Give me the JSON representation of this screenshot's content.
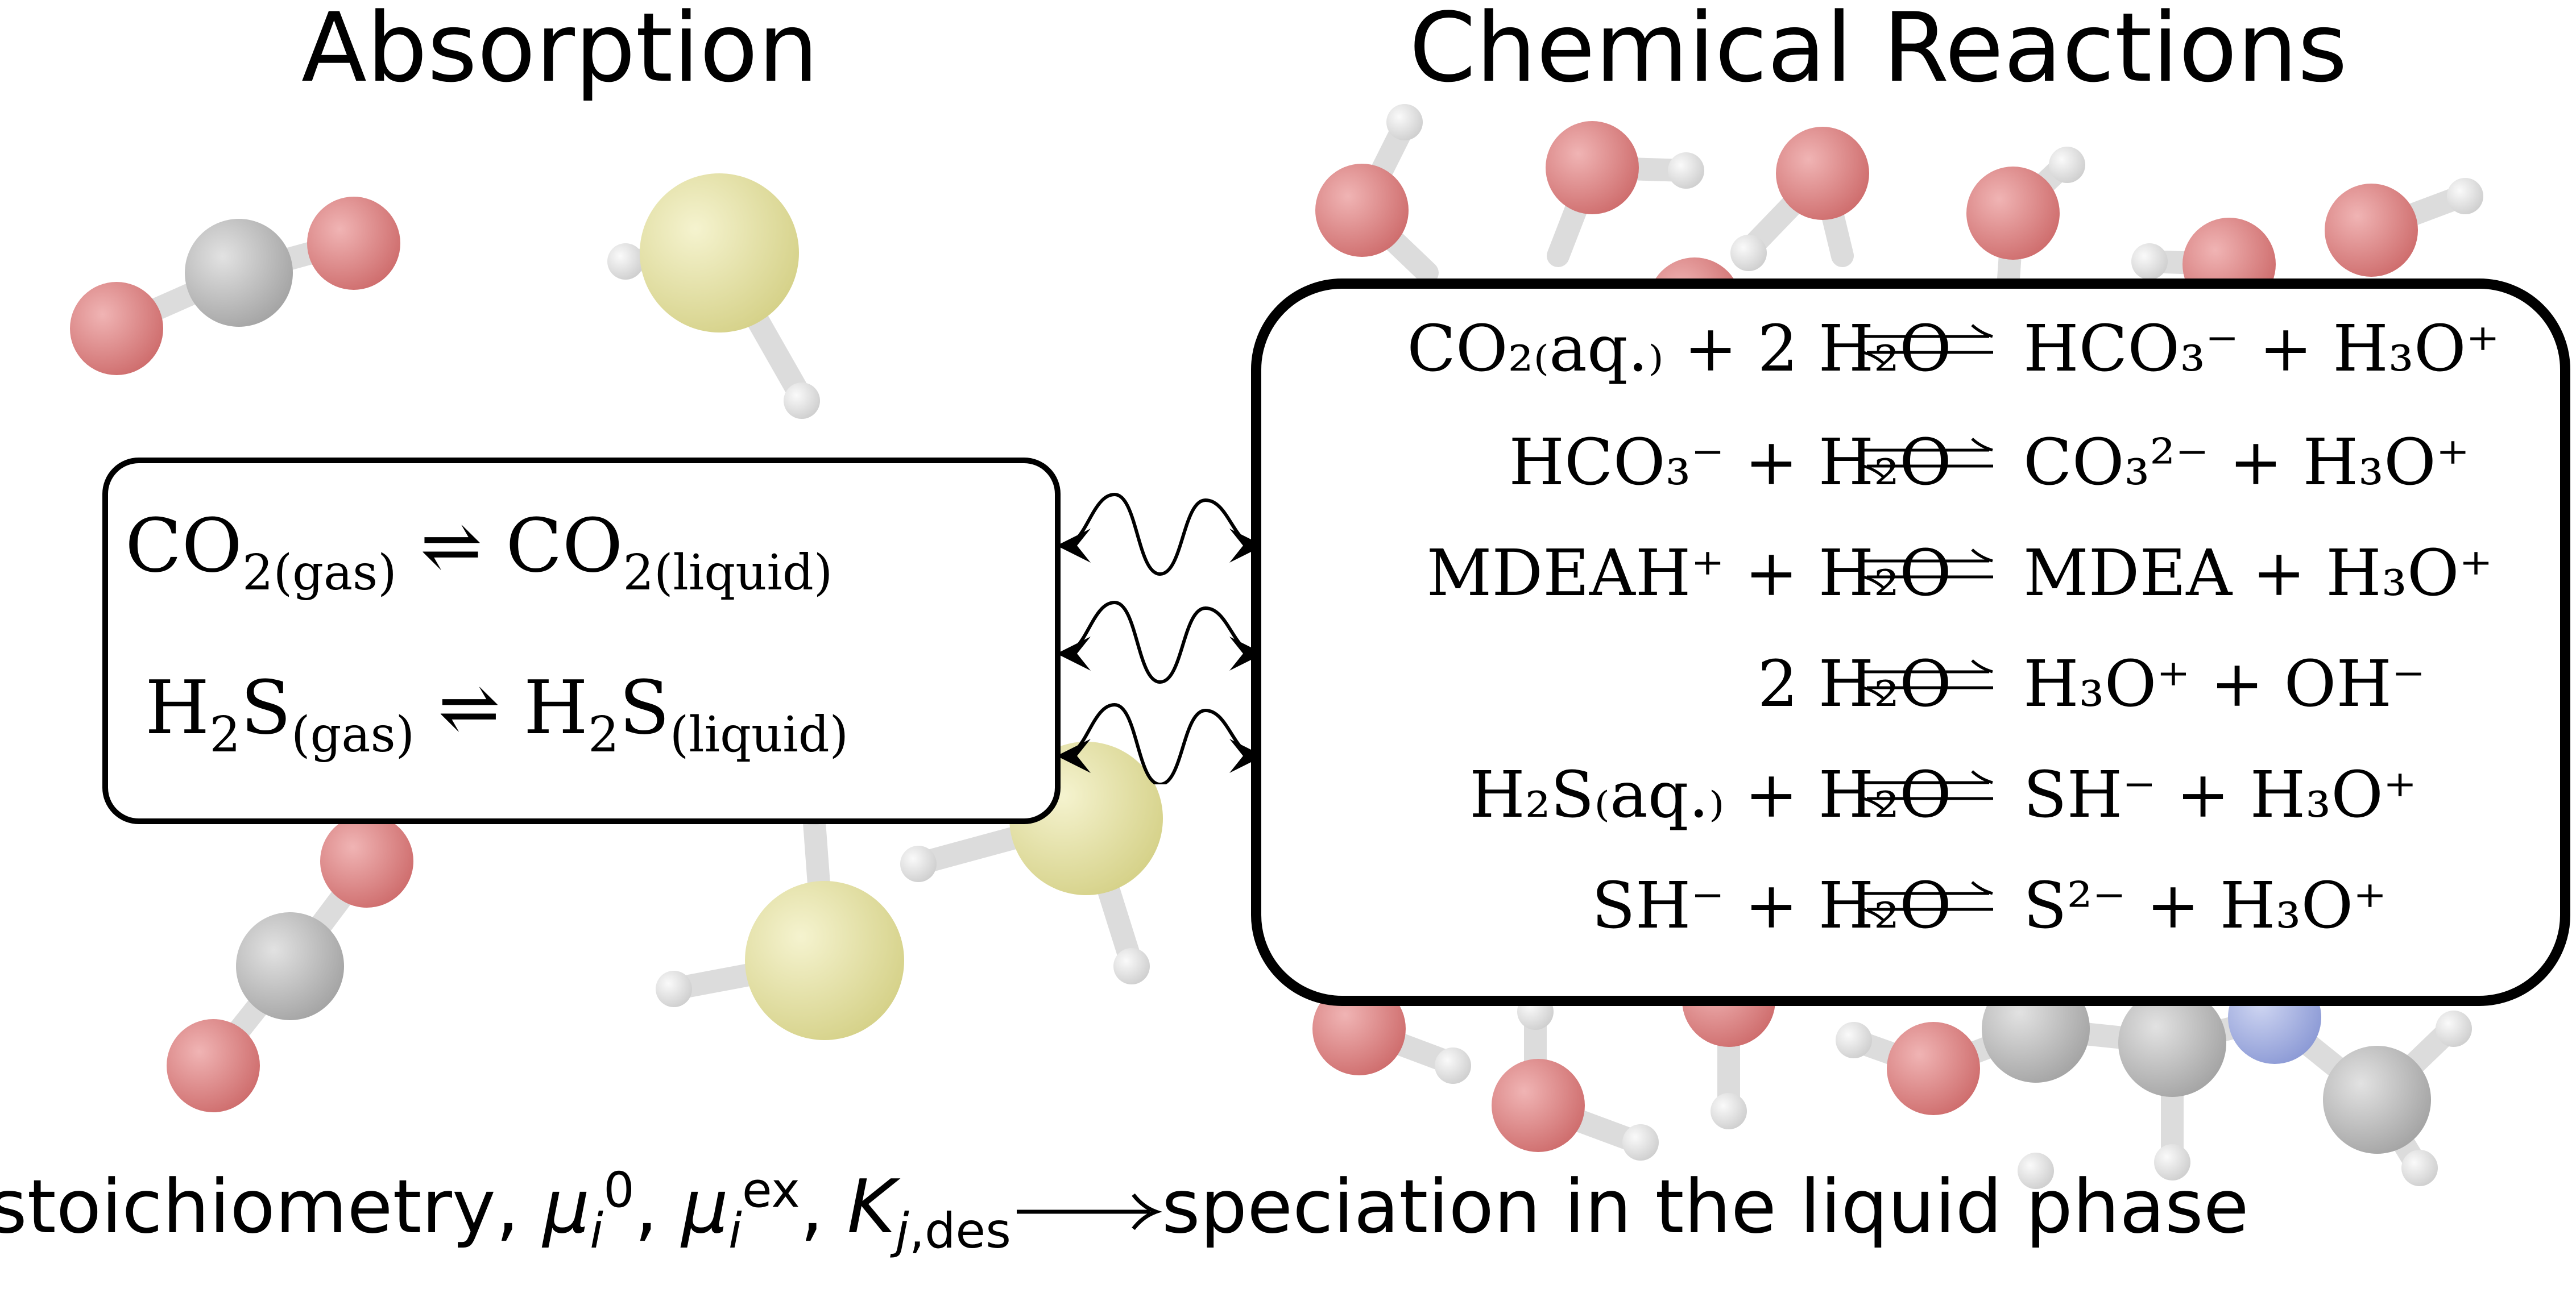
{
  "titles": {
    "absorption": "Absorption",
    "reactions": "Chemical Reactions"
  },
  "absorption_box": {
    "line1": {
      "lhs_species": "CO",
      "lhs_sub_n": "2",
      "lhs_phase": "(gas)",
      "rhs_species": "CO",
      "rhs_sub_n": "2",
      "rhs_phase": "(liquid)"
    },
    "line2": {
      "lhs_species_a": "H",
      "lhs_sub_n": "2",
      "lhs_species_b": "S",
      "lhs_phase": "(gas)",
      "rhs_species_a": "H",
      "rhs_sub_n": "2",
      "rhs_species_b": "S",
      "rhs_phase": "(liquid)"
    }
  },
  "reactions": [
    {
      "lhs": "CO₂₍aq.₎ + 2 H₂O",
      "rhs": "HCO₃⁻ + H₃O⁺"
    },
    {
      "lhs": "HCO₃⁻ + H₂O",
      "rhs": "CO₃²⁻ + H₃O⁺"
    },
    {
      "lhs": "MDEAH⁺ + H₂O",
      "rhs": "MDEA + H₃O⁺"
    },
    {
      "lhs": "2 H₂O",
      "rhs": "H₃O⁺ + OH⁻"
    },
    {
      "lhs": "H₂S₍aq.₎ + H₂O",
      "rhs": "SH⁻ + H₃O⁺"
    },
    {
      "lhs": "SH⁻ + H₂O",
      "rhs": "S²⁻ + H₃O⁺"
    }
  ],
  "footer": {
    "left": "stoichiometry, ",
    "mu": "μ",
    "i": "i",
    "zero": "0",
    "sep1": ", ",
    "mu2": "μ",
    "i2": "i",
    "ex": "ex",
    "sep2": ", ",
    "K": "K",
    "jdes_j": "j",
    "jdes_rest": ",des",
    "right": "speciation in the liquid phase"
  },
  "colors": {
    "oxygen": "#d98080",
    "carbon": "#b8b8b8",
    "sulfur": "#e0dd9c",
    "hydrogen": "#e4e4e4",
    "nitrogen": "#a8b4e0",
    "ink": "#000000"
  },
  "icons": [
    "molecule-background-icon",
    "wavy-double-arrow-icon",
    "equilibrium-arrow-icon",
    "long-right-arrow-icon"
  ]
}
